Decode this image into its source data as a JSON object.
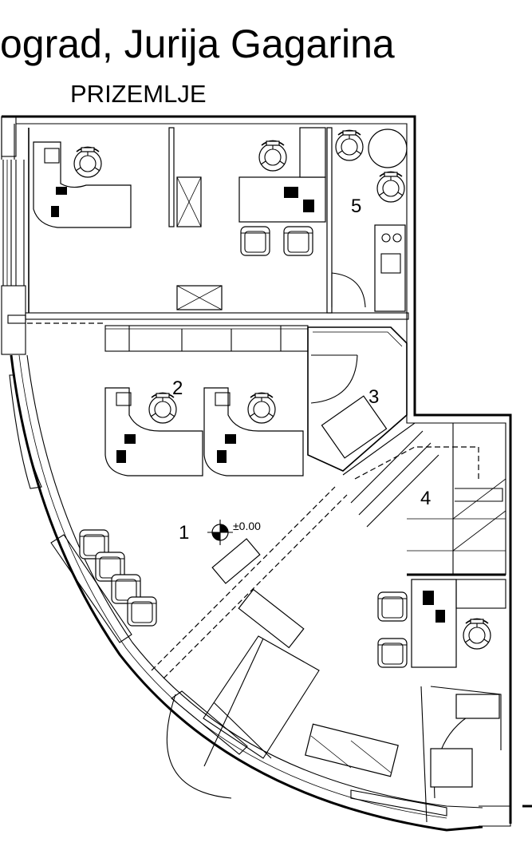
{
  "plan": {
    "title": "ograd, Jurija Gagarina",
    "floor_label": "PRIZEMLJE",
    "level_mark": "±0.00",
    "rooms": [
      {
        "number": "1"
      },
      {
        "number": "2"
      },
      {
        "number": "3"
      },
      {
        "number": "4"
      },
      {
        "number": "5"
      }
    ]
  },
  "colors": {
    "line": "#000000",
    "background": "#ffffff"
  },
  "icons": [
    "office-chair-icon",
    "desk-icon",
    "computer-icon",
    "armchair-icon",
    "door-swing-icon",
    "stair-icon",
    "elevation-marker-icon",
    "kitchenette-icon"
  ]
}
